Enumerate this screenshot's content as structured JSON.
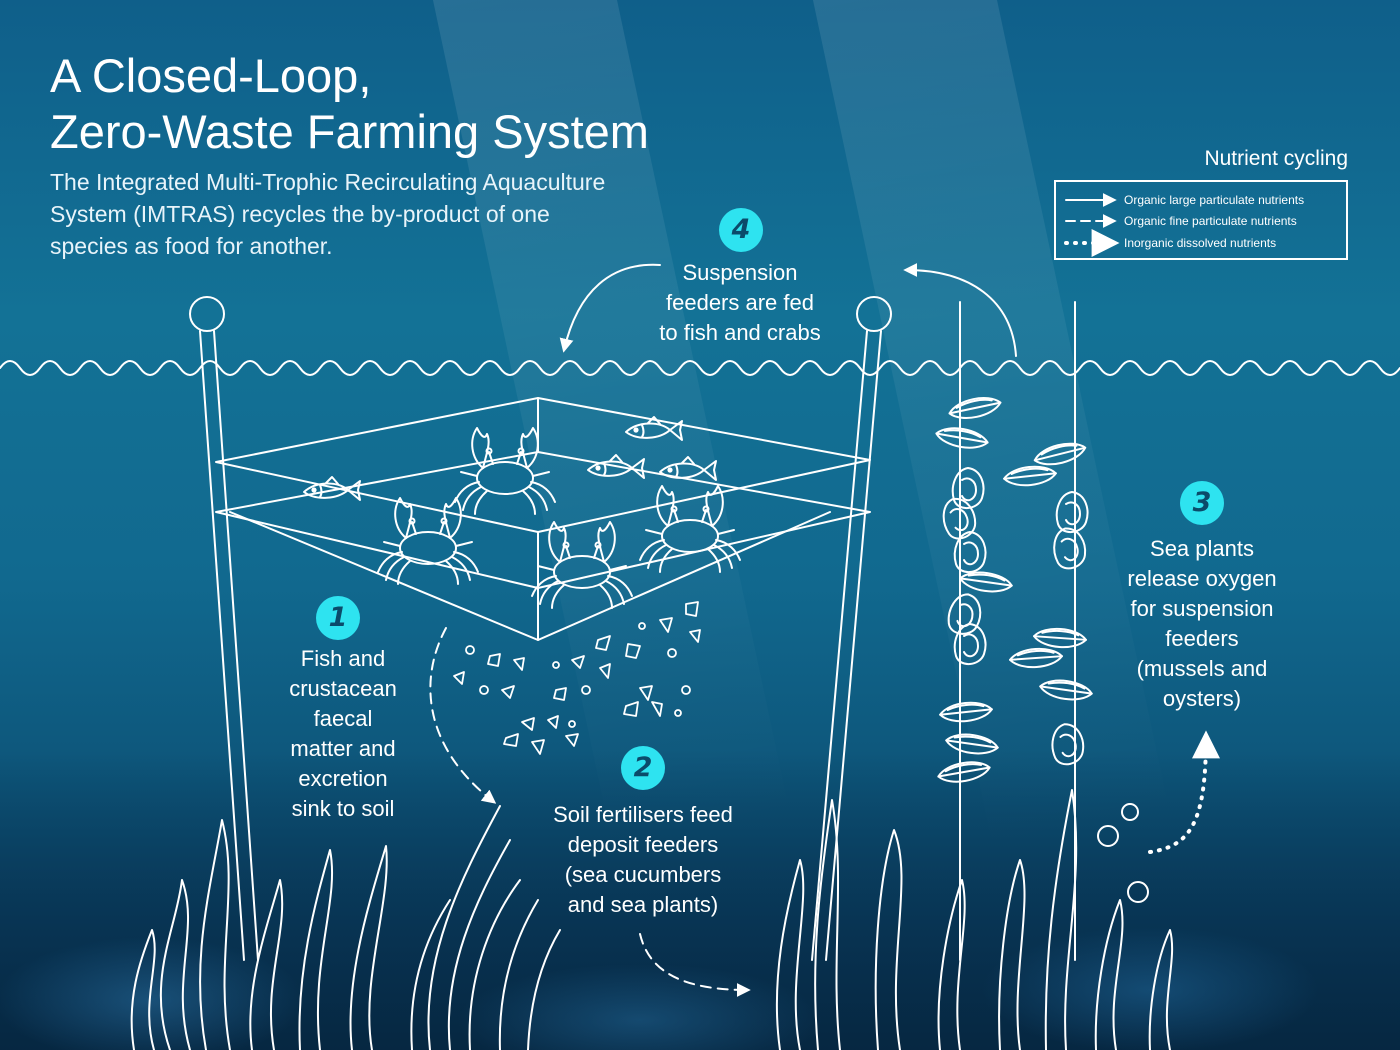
{
  "title": {
    "line1": "A Closed-Loop,",
    "line2": "Zero-Waste Farming System"
  },
  "subtitle": "The Integrated Multi-Trophic Recirculating Aquaculture System (IMTRAS) recycles the by-product of one species as food for another.",
  "legend": {
    "title": "Nutrient cycling",
    "items": [
      {
        "label": "Organic large particulate nutrients",
        "style": "solid"
      },
      {
        "label": "Organic fine particulate nutrients",
        "style": "dashed"
      },
      {
        "label": "Inorganic dissolved nutrients",
        "style": "dotted"
      }
    ]
  },
  "steps": [
    {
      "number": "1",
      "text": [
        "Fish and",
        "crustacean",
        "faecal",
        "matter and",
        "excretion",
        "sink to soil"
      ]
    },
    {
      "number": "2",
      "text": [
        "Soil fertilisers feed",
        "deposit feeders",
        "(sea cucumbers",
        "and sea plants)"
      ]
    },
    {
      "number": "3",
      "text": [
        "Sea plants",
        "release oxygen",
        "for suspension",
        "feeders",
        "(mussels and",
        "oysters)"
      ]
    },
    {
      "number": "4",
      "text": [
        "Suspension",
        "feeders are fed",
        "to fish and crabs"
      ]
    }
  ],
  "colors": {
    "badge": "#2ee3f0",
    "line": "#ffffff",
    "water_top": "#0f5f8a",
    "water_bottom": "#093b5a"
  }
}
